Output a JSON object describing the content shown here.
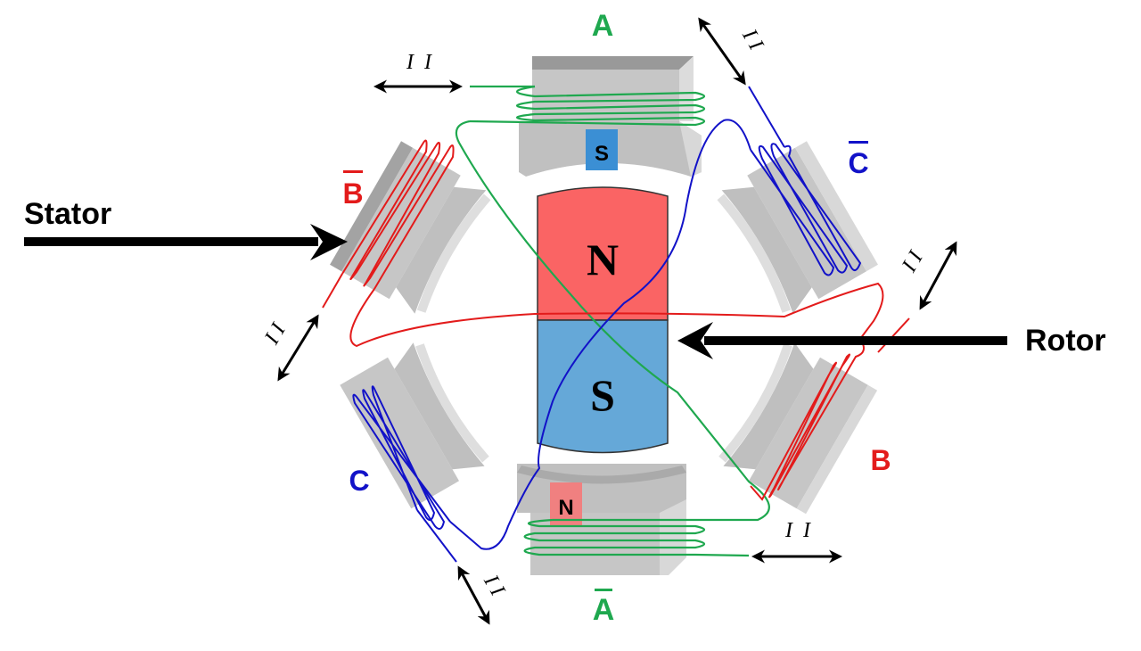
{
  "title": "Three-phase stepper / BLDC motor: stator and rotor",
  "colors": {
    "phase_a": "#1fa84f",
    "phase_b": "#e31b1b",
    "phase_c": "#1212c8",
    "rotor_north": "#fa6464",
    "rotor_south": "#65a8d8",
    "stator_pole_south_marker": "#3b8fd4",
    "stator_pole_north_marker": "#f08080",
    "iron": "#c4c4c4",
    "arrow": "#000000"
  },
  "callouts": {
    "stator": "Stator",
    "rotor": "Rotor"
  },
  "rotor": {
    "north_label": "N",
    "south_label": "S"
  },
  "poles": {
    "a_top": {
      "label": "A",
      "marker": "S"
    },
    "a_bar_bottom": {
      "label": "A",
      "overbar": true,
      "marker": "N"
    },
    "b_bar_upper_left": {
      "label": "B",
      "overbar": true
    },
    "b_lower_right": {
      "label": "B"
    },
    "c_bar_upper_right": {
      "label": "C",
      "overbar": true
    },
    "c_lower_left": {
      "label": "C"
    }
  },
  "current_indicators": {
    "top_left": "I  I",
    "top_right": "I I",
    "left": "I I",
    "right": "I I",
    "bottom_left": "I I",
    "bottom_right": "I  I"
  }
}
